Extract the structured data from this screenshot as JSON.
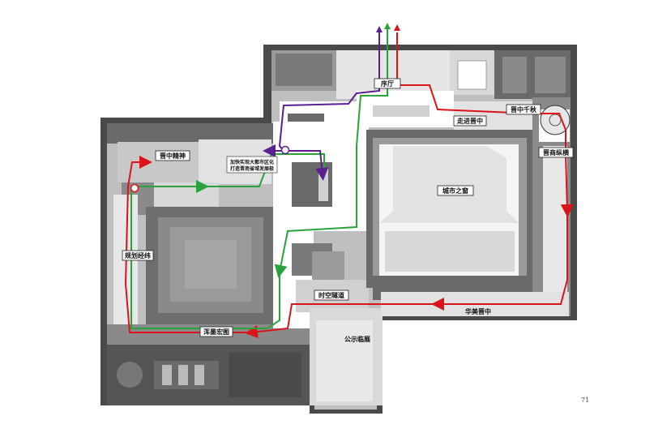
{
  "labels": {
    "preface": "序厅",
    "jin_zhong_qian_qiu": "晋中千秋",
    "zou_jin_jin_zhong": "走进晋中",
    "jin_zhong_jing_shen": "晋中精神",
    "note_line1": "加快实现大都市区化",
    "note_line2": "打造晋南省域发展极",
    "jin_shang_zong_heng": "晋商纵横",
    "city_window": "城市之窗",
    "planning": "规划经纬",
    "time_tunnel": "时空隧道",
    "hua_mei_jin_zhong": "华美晋中",
    "hanmo": "浑墨宏图",
    "public_exhibition": "公示临展"
  },
  "page_number": "71",
  "colors": {
    "route_red": "#d9151b",
    "route_green": "#2aa43a",
    "route_purple": "#5b1f8f",
    "wall_dark": "#4a4a4a",
    "floor_gray": "#bfbfbf",
    "floor_light": "#e2e2e2"
  }
}
